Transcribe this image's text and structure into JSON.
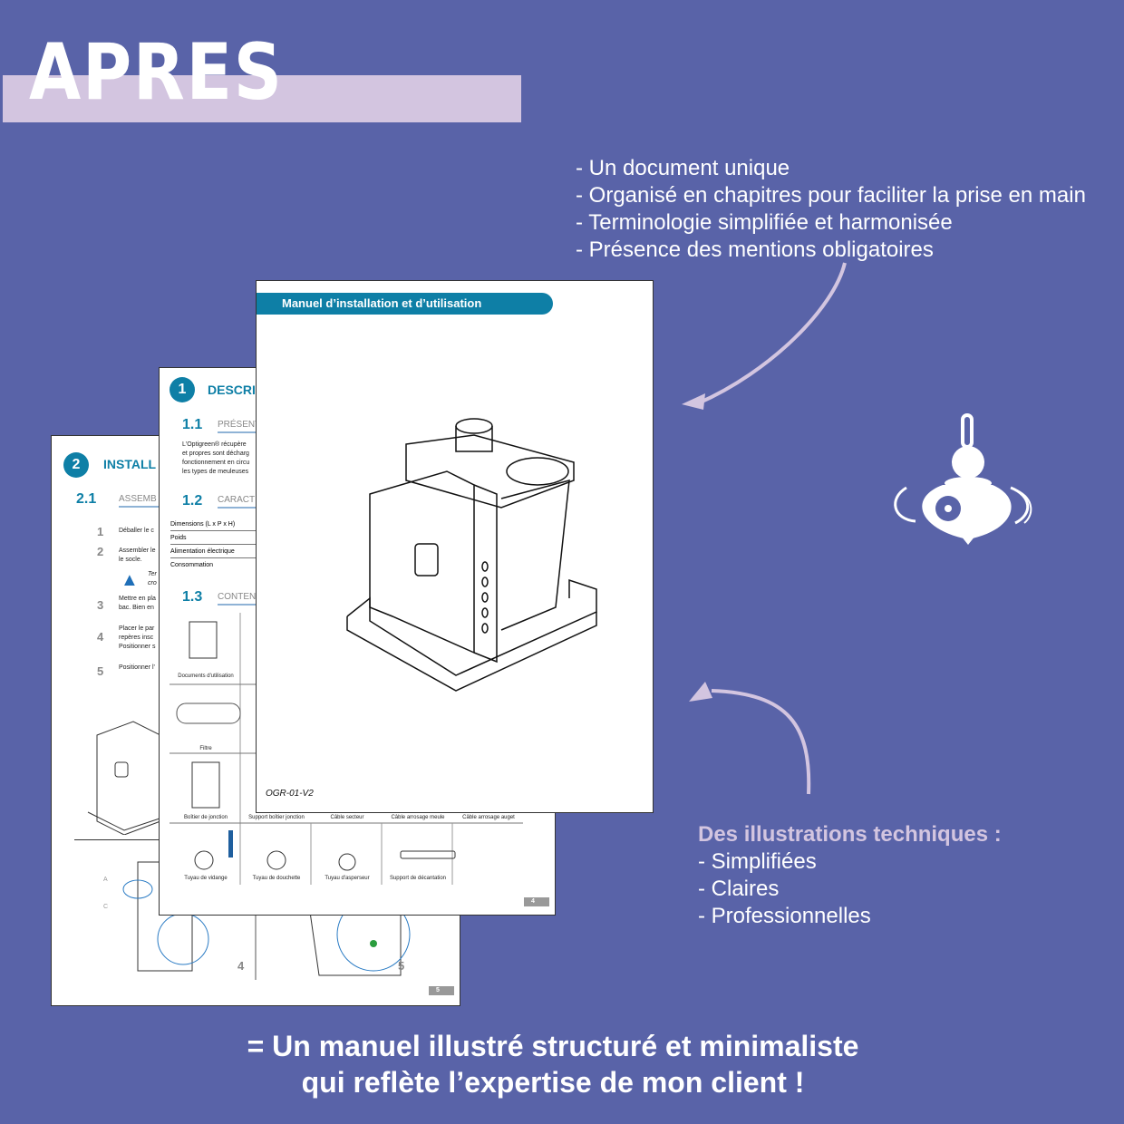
{
  "title": "APRES",
  "top_bullets": [
    "- Un document unique",
    "- Organisé en chapitres pour faciliter la prise en main",
    "- Terminologie simplifiée et harmonisée",
    "- Présence des mentions obligatoires"
  ],
  "illustrations": {
    "heading": "Des illustrations techniques :",
    "items": [
      "- Simplifiées",
      "- Claires",
      "- Professionnelles"
    ]
  },
  "conclusion": [
    "= Un manuel illustré structuré et minimaliste",
    "qui reflète l’expertise de mon client !"
  ],
  "colors": {
    "background": "#5963a8",
    "accent": "#d3c5e0",
    "manual_blue": "#0e7fa6"
  },
  "page_back": {
    "chapter_num": "2",
    "chapter": "INSTALL",
    "section_num": "2.1",
    "section": "ASSEMB",
    "steps": [
      {
        "n": "1",
        "text": "Déballer le c"
      },
      {
        "n": "2",
        "text": "Assembler le\nle socle."
      },
      {
        "n": "3",
        "text": "Mettre en pla\nbac. Bien en"
      },
      {
        "n": "4",
        "text": "Placer le par\nrepères insc\nPositionner s"
      },
      {
        "n": "5",
        "text": "Positionner l'"
      }
    ],
    "warning": "Ter\ncro",
    "fig_nums": [
      "4",
      "5"
    ],
    "callouts": [
      "A",
      "C"
    ],
    "page_number": "5"
  },
  "page_mid": {
    "chapter_num": "1",
    "chapter": "DESCRI",
    "s1_num": "1.1",
    "s1": "PRÉSENT",
    "intro": "L'Optigreen® récupère\net propres sont décharg\nfonctionnement en circu\nles types de meuleuses",
    "s2_num": "1.2",
    "s2": "CARACT",
    "specs": [
      "Dimensions (L x P x H)",
      "Poids",
      "Alimentation électrique",
      "Consommation"
    ],
    "s3_num": "1.3",
    "s3": "CONTEN",
    "contents": [
      "Documents d'utilisation",
      "Filtre",
      "Boîtier de jonction",
      "Support boîtier jonction",
      "Câble secteur",
      "Câble arrosage meule",
      "Câble arrosage auget",
      "Tuyau de vidange",
      "Tuyau de douchette",
      "Tuyau d'asperseur",
      "Support de décantation"
    ],
    "page_number": "4"
  },
  "page_front": {
    "header": "Manuel d’installation et d’utilisation",
    "reference": "OGR-01-V2"
  }
}
